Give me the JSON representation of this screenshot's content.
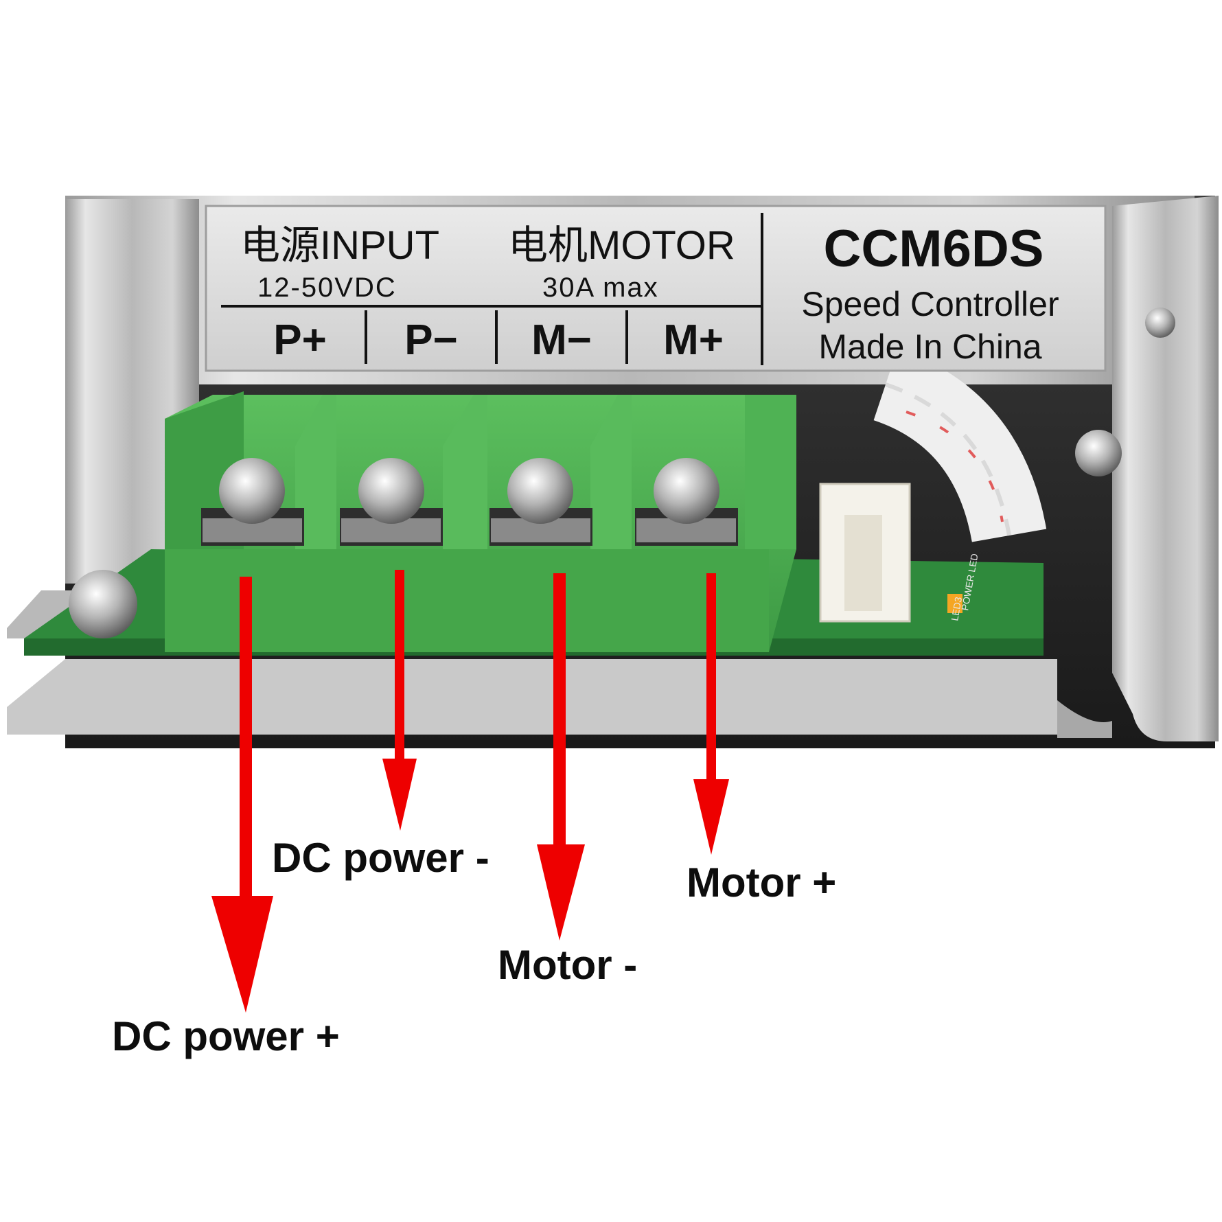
{
  "label_plate": {
    "input_heading": "电源INPUT",
    "input_rating": "12-50VDC",
    "motor_heading": "电机MOTOR",
    "motor_rating": "30A max",
    "terminals": [
      "P+",
      "P−",
      "M−",
      "M+"
    ],
    "model": "CCM6DS",
    "description": "Speed Controller",
    "origin": "Made In China"
  },
  "pcb": {
    "led_label": "POWER LED",
    "led_ref": "LED3"
  },
  "callouts": {
    "dc_power_plus": "DC power +",
    "dc_power_minus": "DC power -",
    "motor_minus": "Motor -",
    "motor_plus": "Motor +"
  },
  "colors": {
    "arrow": "#ee0000",
    "terminal_block": "#4aa84c",
    "pcb": "#2f8a3c",
    "label_plate": "#dedede",
    "text": "#0d0d0d"
  }
}
